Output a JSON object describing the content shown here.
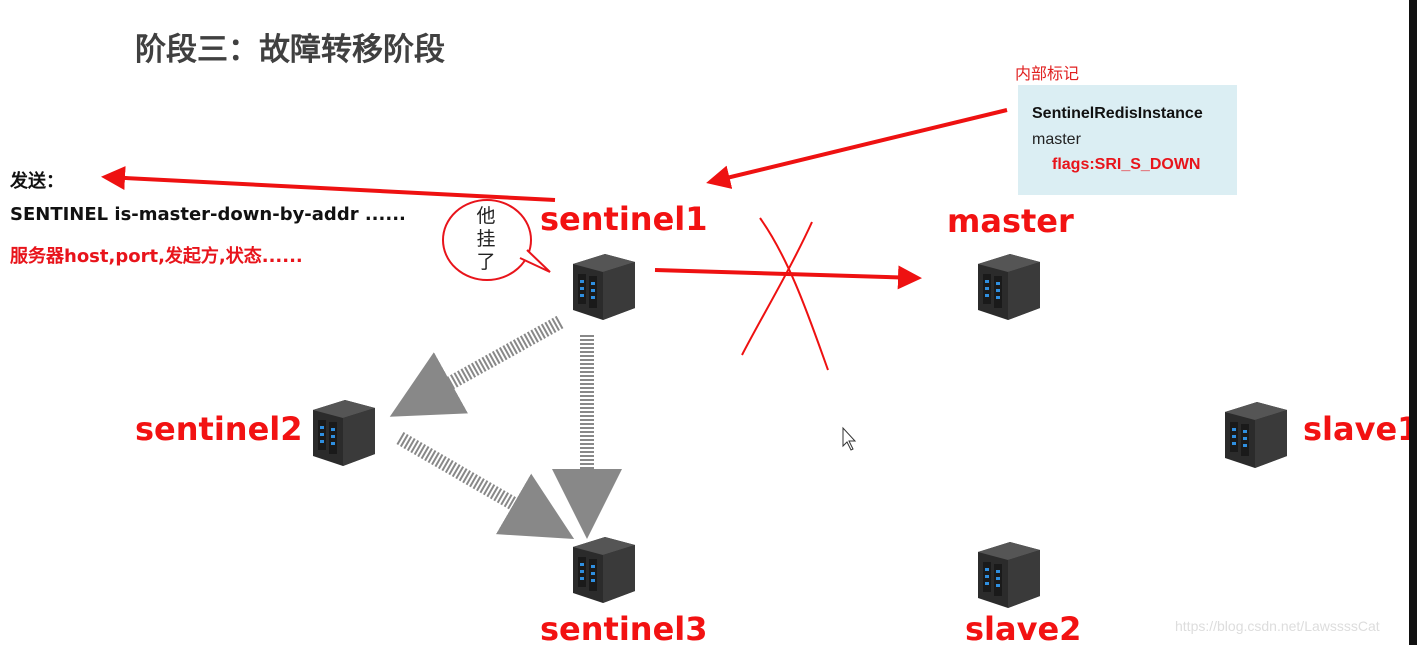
{
  "title": "阶段三：故障转移阶段",
  "internal_tag": {
    "label": "内部标记",
    "box": {
      "line1": "SentinelRedisInstance",
      "line2": "master",
      "line3": "flags:SRI_S_DOWN"
    }
  },
  "send": {
    "heading": "发送：",
    "command": "SENTINEL is-master-down-by-addr ......",
    "params": "服务器host,port,发起方,状态......"
  },
  "bubble": "他挂了",
  "nodes": {
    "sentinel1": "sentinel1",
    "sentinel2": "sentinel2",
    "sentinel3": "sentinel3",
    "master": "master",
    "slave1": "slave1",
    "slave2": "slave2"
  },
  "watermark": "https://blog.csdn.net/LawssssCat",
  "colors": {
    "red": "#f21212",
    "box_bg": "#dbeef3"
  }
}
